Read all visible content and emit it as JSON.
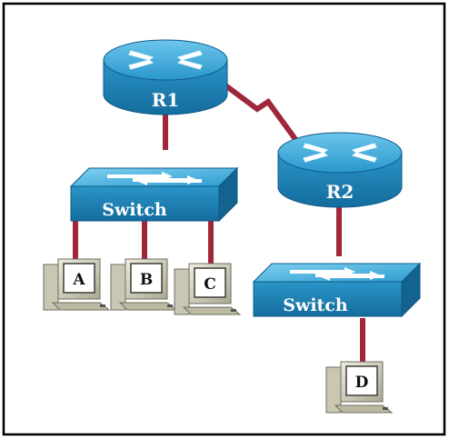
{
  "devices": {
    "r1": {
      "label": "R1",
      "type": "router"
    },
    "r2": {
      "label": "R2",
      "type": "router"
    },
    "switch_left": {
      "label": "Switch",
      "type": "switch"
    },
    "switch_right": {
      "label": "Switch",
      "type": "switch"
    },
    "pcs": [
      {
        "label": "A",
        "type": "pc"
      },
      {
        "label": "B",
        "type": "pc"
      },
      {
        "label": "C",
        "type": "pc"
      },
      {
        "label": "D",
        "type": "pc"
      }
    ]
  },
  "links": [
    {
      "from": "R1",
      "to": "R2",
      "kind": "serial"
    },
    {
      "from": "R1",
      "to": "Switch-left",
      "kind": "ethernet"
    },
    {
      "from": "Switch-left",
      "to": "A",
      "kind": "ethernet"
    },
    {
      "from": "Switch-left",
      "to": "B",
      "kind": "ethernet"
    },
    {
      "from": "Switch-left",
      "to": "C",
      "kind": "ethernet"
    },
    {
      "from": "R2",
      "to": "Switch-right",
      "kind": "ethernet"
    },
    {
      "from": "Switch-right",
      "to": "D",
      "kind": "ethernet"
    }
  ],
  "colors": {
    "device_top": "#3aa7d6",
    "device_side": "#1c7fb3",
    "cable": "#a0263a",
    "pc_body": "#d8d6c4",
    "border": "#000000"
  }
}
